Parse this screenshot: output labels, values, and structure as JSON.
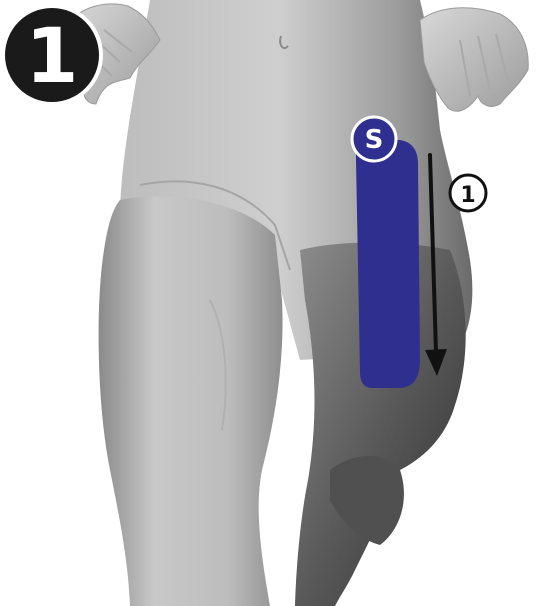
{
  "step_number": "1",
  "tape_start_marker": "S",
  "direction_step_label": "1",
  "colors": {
    "tape": "#2e2f8f",
    "badge": "#1a1a1a",
    "skin_light": "#c9c9c9",
    "skin_dark": "#3a3a3a",
    "arrow": "#111111"
  },
  "icons": {
    "anatomy": "human-thigh-figure",
    "tape": "kinesiology-tape-strip",
    "direction": "down-arrow"
  }
}
